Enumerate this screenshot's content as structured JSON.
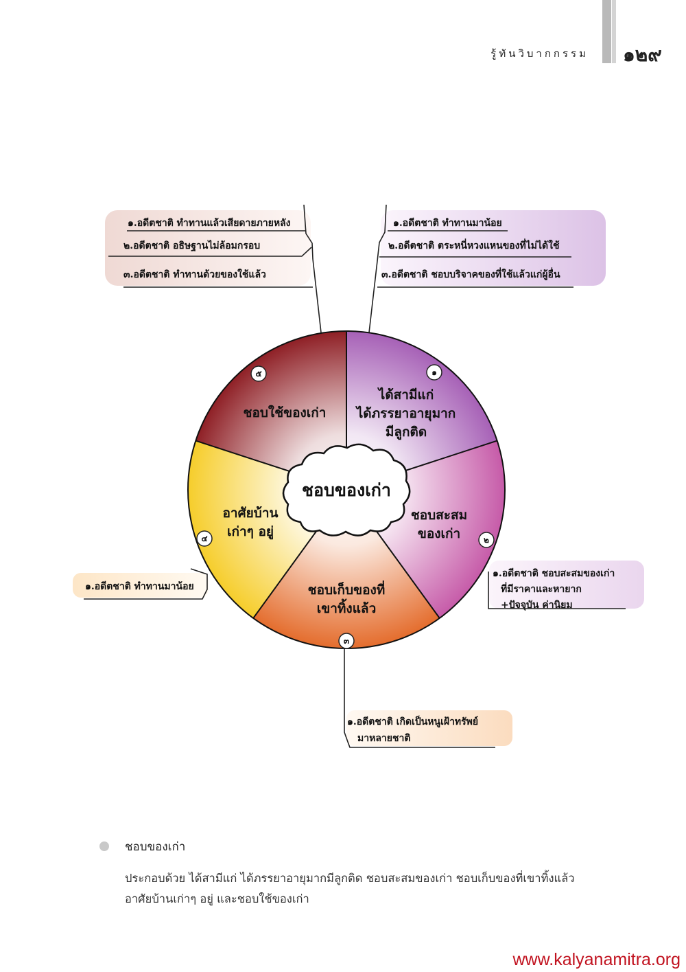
{
  "header": {
    "title": "รู้ทันวิบากกรรม",
    "page_number": "๑๒๙"
  },
  "wheel": {
    "center": "ชอบของเก่า",
    "segments": [
      {
        "num": "๑",
        "lines": [
          "ได้สามีแก่",
          "ได้ภรรยาอายุมาก",
          "มีลูกติด"
        ],
        "color": "#a660b6"
      },
      {
        "num": "๒",
        "lines": [
          "ชอบสะสม",
          "ของเก่า"
        ],
        "color": "#c65aa8"
      },
      {
        "num": "๓",
        "lines": [
          "ชอบเก็บของที่",
          "เขาทิ้งแล้ว"
        ],
        "color": "#e46c2c"
      },
      {
        "num": "๔",
        "lines": [
          "อาศัยบ้าน",
          "เก่าๆ อยู่"
        ],
        "color": "#f6cd2a"
      },
      {
        "num": "๕",
        "lines": [
          "ชอบใช้ของเก่า"
        ],
        "color": "#8e1e24"
      }
    ]
  },
  "callouts": {
    "top_left": [
      "๑.อดีตชาติ ทำทานแล้วเสียดายภายหลัง",
      "๒.อดีตชาติ อธิษฐานไม่ล้อมกรอบ",
      "๓.อดีตชาติ ทำทานด้วยของใช้แล้ว"
    ],
    "top_right": [
      "๑.อดีตชาติ ทำทานมาน้อย",
      "๒.อดีตชาติ ตระหนี่หวงแหนของที่ไม่ได้ใช้",
      "๓.อดีตชาติ ชอบบริจาคของที่ใช้แล้วแก่ผู้อื่น"
    ],
    "right": [
      "๑.อดีตชาติ ชอบสะสมของเก่า",
      "ที่มีราคาและหายาก",
      "+ปัจจุบัน ค่านิยม"
    ],
    "left": [
      "๑.อดีตชาติ ทำทานมาน้อย"
    ],
    "bottom": [
      "๑.อดีตชาติ เกิดเป็นหนูเฝ้าทรัพย์",
      "มาหลายชาติ"
    ]
  },
  "summary": {
    "title": "ชอบของเก่า",
    "line1": "ประกอบด้วย  ได้สามีแก่  ได้ภรรยาอายุมากมีลูกติด  ชอบสะสมของเก่า  ชอบเก็บของที่เขาทิ้งแล้ว",
    "line2": "อาศัยบ้านเก่าๆ อยู่   และชอบใช้ของเก่า"
  },
  "footer": {
    "url": "www.kalyanamitra.org"
  }
}
